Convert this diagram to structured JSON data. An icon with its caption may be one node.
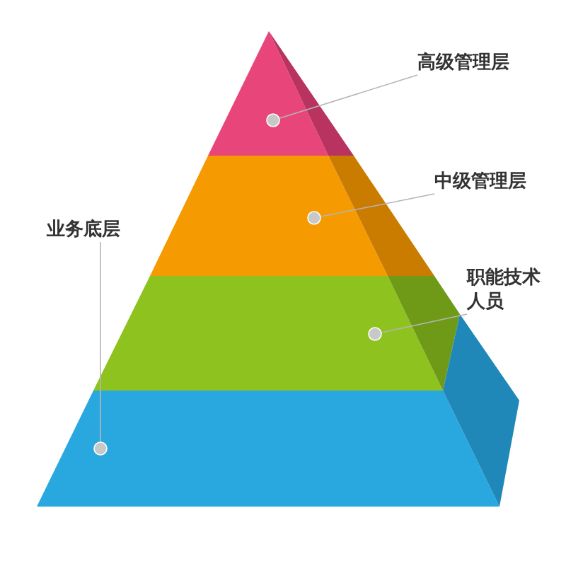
{
  "diagram": {
    "nodes": [
      {
        "text": [],
        "shape": "triangle"
      },
      {
        "text": [],
        "shape": "trapezoid"
      },
      {
        "text": [],
        "shape": "trapezoid"
      },
      {
        "text": [],
        "shape": "trapezoid"
      },
      {
        "text": [
          "高级管理层"
        ]
      },
      {
        "text": [
          "中级管理层"
        ]
      },
      {
        "text": [
          "职能技术人员"
        ]
      },
      {
        "text": [
          "业务底层"
        ]
      }
    ],
    "edges": [
      {
        "from": 4,
        "to": 0,
        "arrow": "other"
      },
      {
        "from": 5,
        "to": 1,
        "arrow": "other"
      },
      {
        "from": 6,
        "to": 2,
        "arrow": "other"
      },
      {
        "from": 7,
        "to": 3,
        "arrow": "other"
      }
    ]
  }
}
